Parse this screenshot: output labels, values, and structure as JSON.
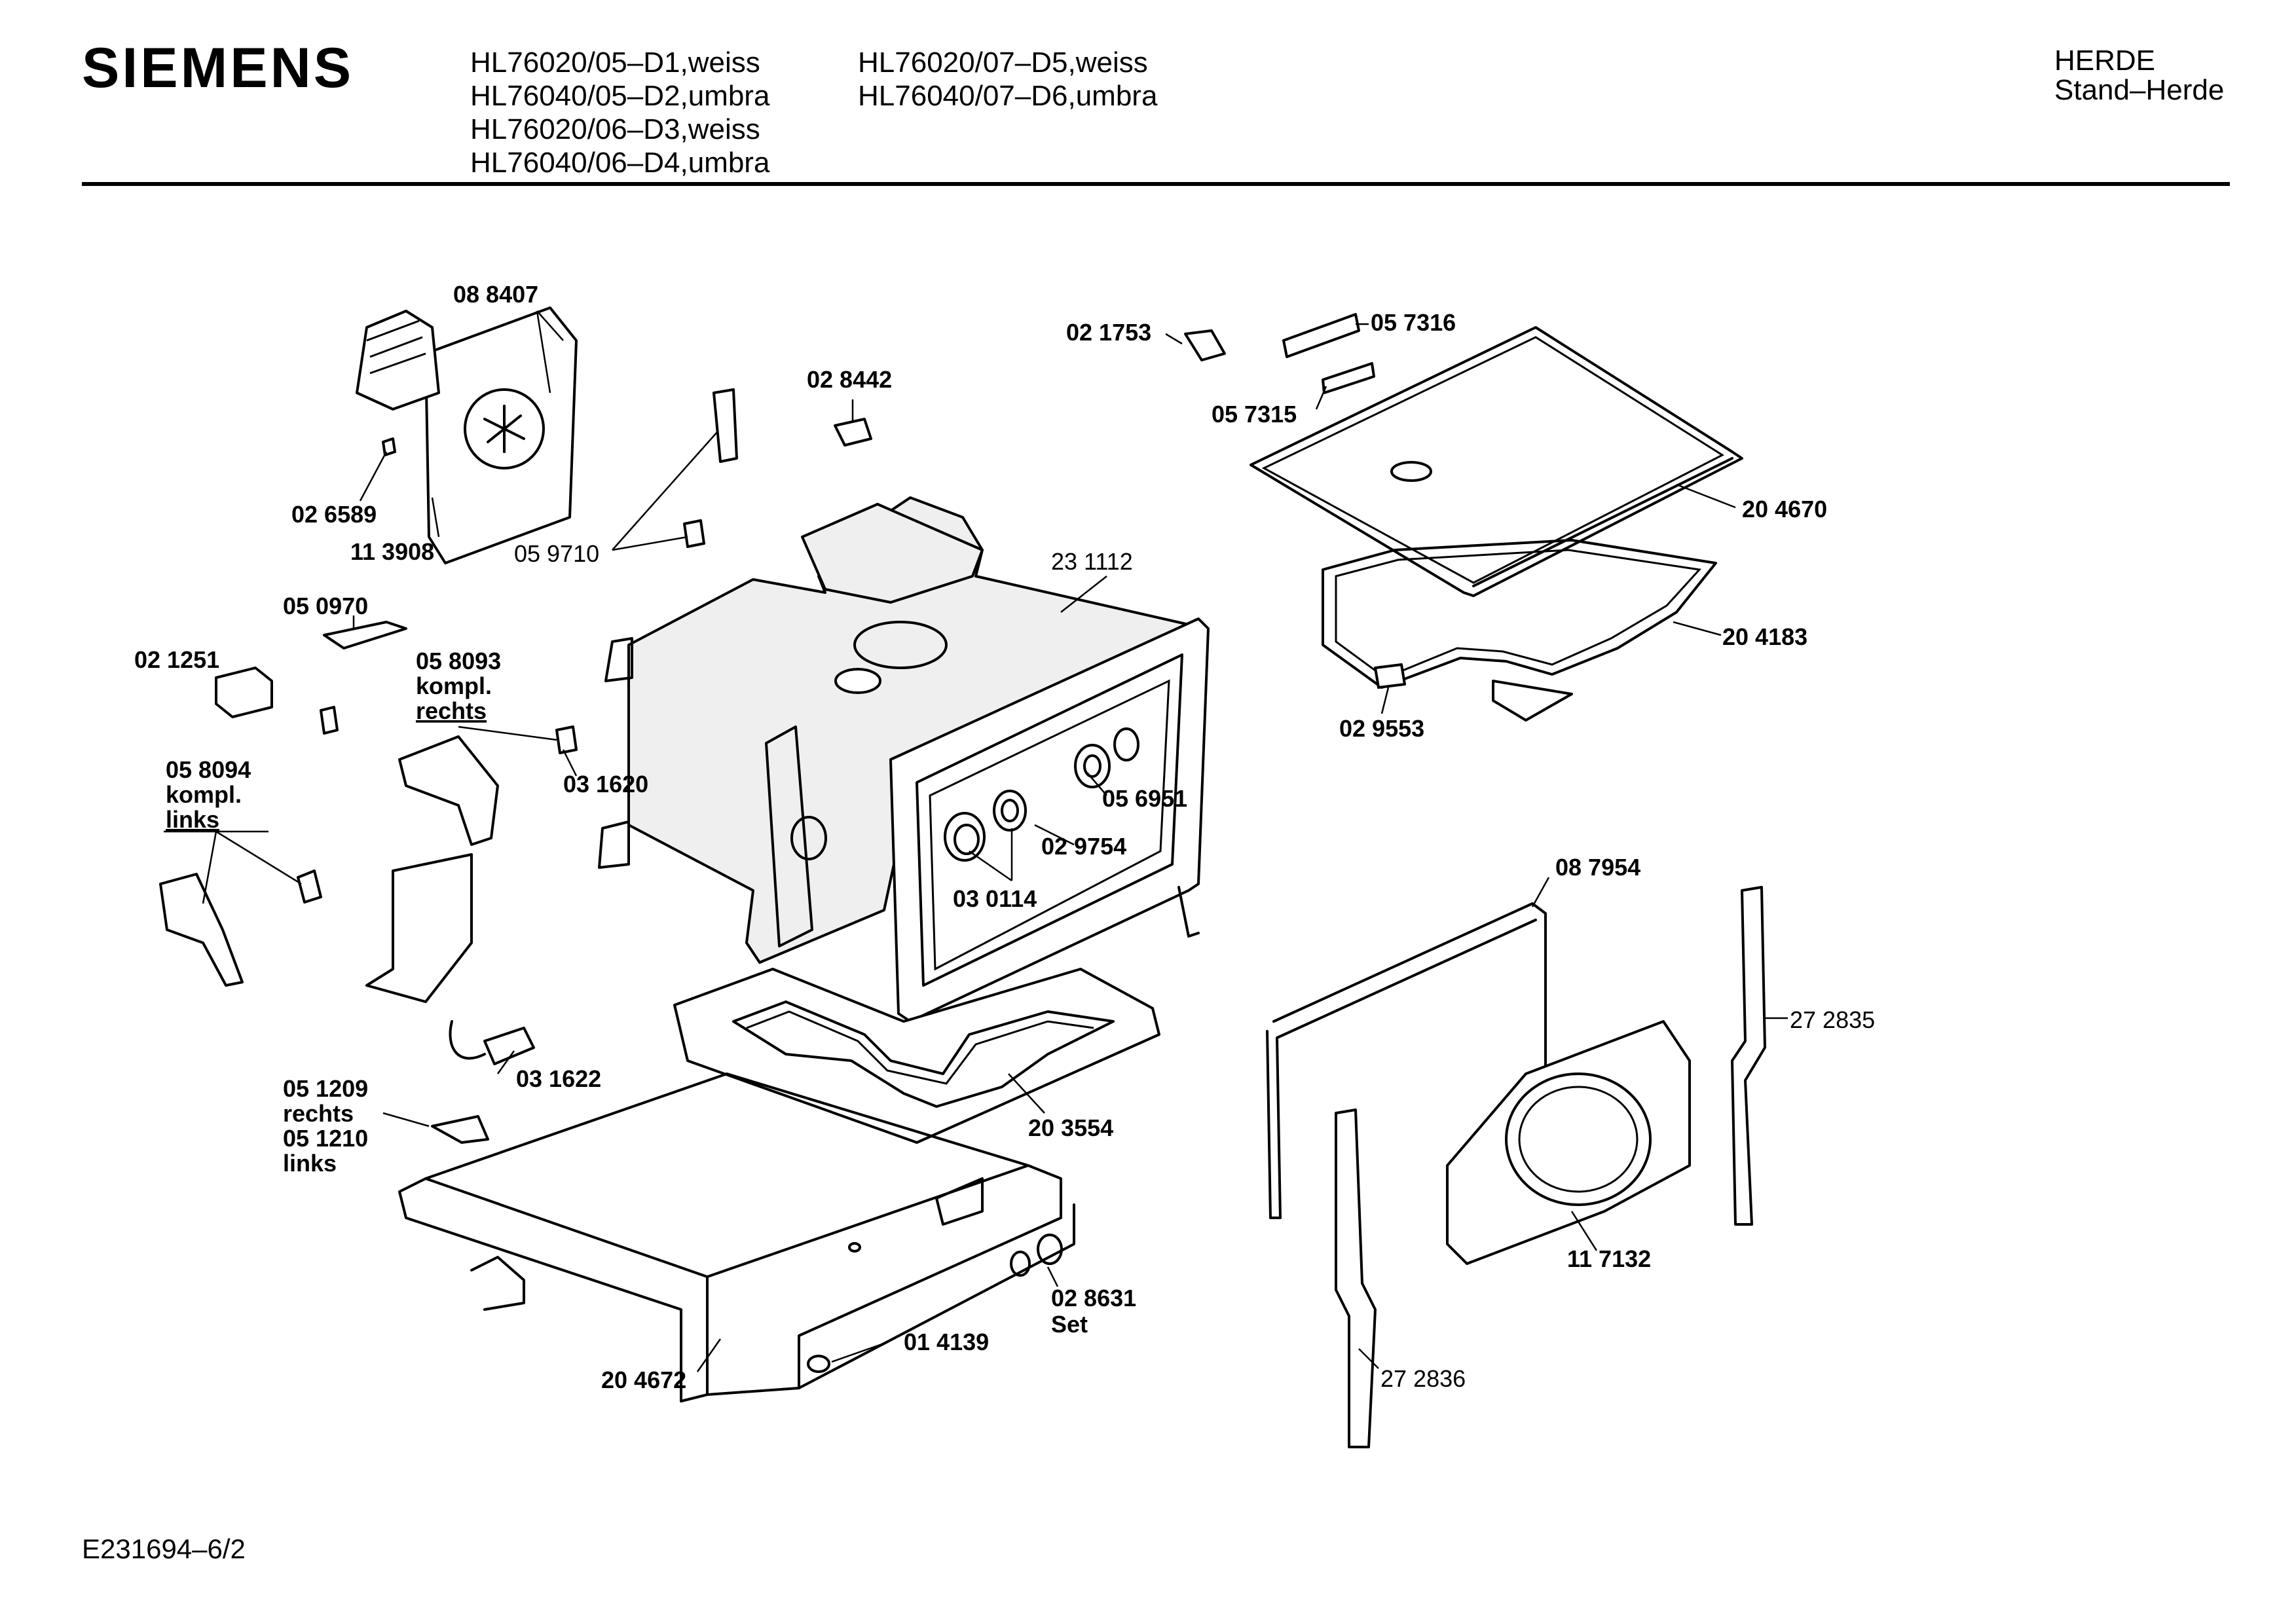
{
  "header": {
    "brand": "SIEMENS",
    "models_col1": [
      "HL76020/05–D1,weiss",
      "HL76040/05–D2,umbra",
      "HL76020/06–D3,weiss",
      "HL76040/06–D4,umbra"
    ],
    "models_col2": [
      "HL76020/07–D5,weiss",
      "HL76040/07–D6,umbra"
    ],
    "category": "HERDE",
    "subcategory": "Stand–Herde"
  },
  "parts": {
    "p088407": "08 8407",
    "p026589": "02 6589",
    "p113908": "11 3908",
    "p028442": "02 8442",
    "p059710": "05 9710",
    "p021753": "02 1753",
    "p057316": "05 7316",
    "p057315": "05 7315",
    "p204670": "20 4670",
    "p231112": "23 1112",
    "p204183": "20 4183",
    "p029553": "02 9553",
    "p050970": "05 0970",
    "p021251": "02 1251",
    "p058093": [
      "05 8093",
      "kompl.",
      "rechts"
    ],
    "p031620": "03 1620",
    "p058094": [
      "05 8094",
      "kompl.",
      "links"
    ],
    "p056951": "05 6951",
    "p029754": "02 9754",
    "p030114": "03 0114",
    "p087954": "08 7954",
    "p272835": "27 2835",
    "p031622": "03 1622",
    "p051209": [
      "05 1209",
      "rechts",
      "05 1210",
      "links"
    ],
    "p203554": "20 3554",
    "p117132": "11 7132",
    "p028631": [
      "02 8631",
      "Set"
    ],
    "p014139": "01 4139",
    "p204672": "20 4672",
    "p272836": "27 2836"
  },
  "footer": {
    "doc_id": "E231694–6/2"
  }
}
